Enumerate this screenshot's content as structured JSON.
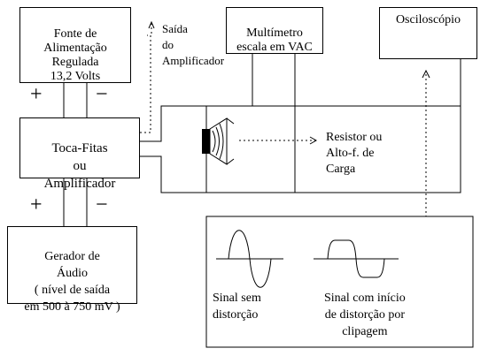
{
  "blocks": {
    "power_supply": "Fonte de\nAlimentação\nRegulada\n13,2 Volts",
    "tape_player": "Toca-Fitas\nou\nAmplificador",
    "audio_generator": "Gerador de\nÁudio\n( nível de saída\nem 500 à 750 mV )",
    "multimeter": "Multímetro\nescala em VAC",
    "oscilloscope": "Osciloscópio"
  },
  "polarity": {
    "plus": "+",
    "minus": "−"
  },
  "labels": {
    "amp_output": "Saída\ndo\nAmplificador",
    "load": "Resistor ou\nAlto-f. de\nCarga"
  },
  "waveforms": {
    "undistorted": "Sinal sem\ndistorção",
    "clipping": "Sinal com início\nde distorção por\nclipagem"
  }
}
